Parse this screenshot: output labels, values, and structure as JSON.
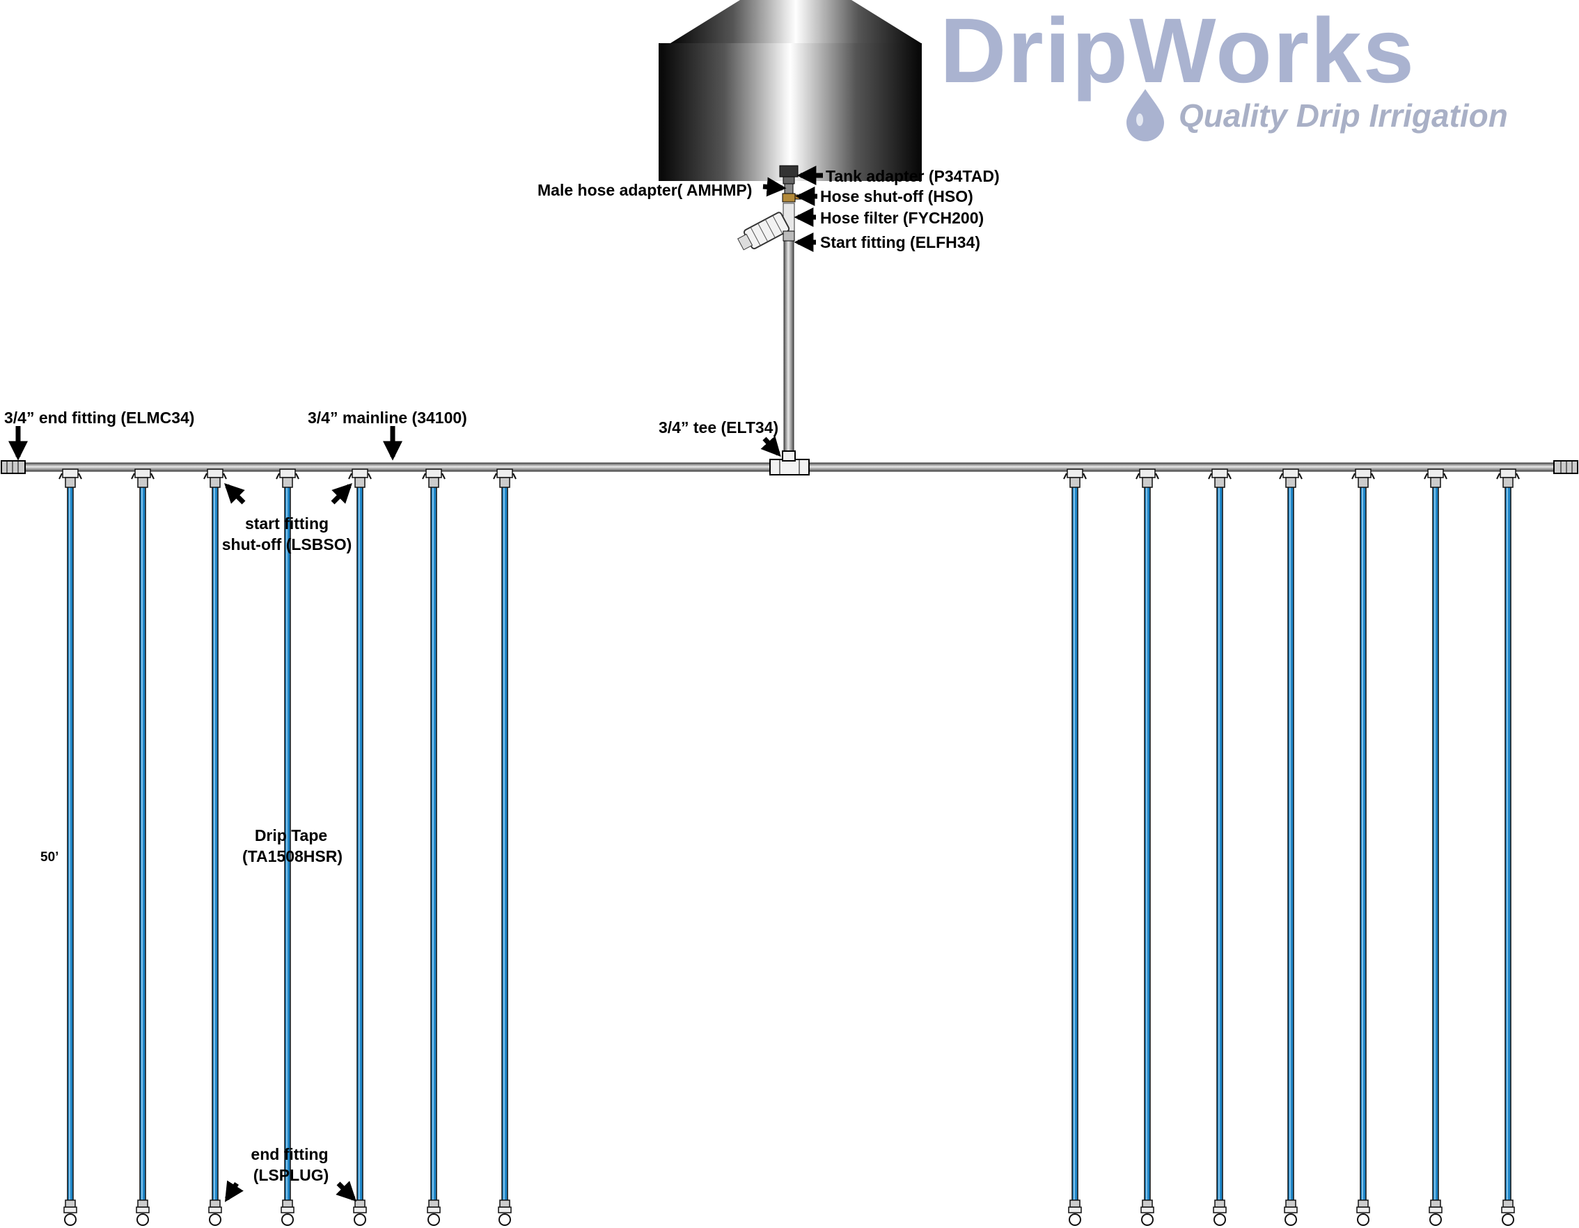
{
  "logo": {
    "brand": "DripWorks",
    "tagline": "Quality Drip Irrigation"
  },
  "labels": {
    "tank_adapter": "Tank adapter (P34TAD)",
    "male_hose_adapter": "Male hose adapter( AMHMP)",
    "hose_shutoff": "Hose shut-off (HSO)",
    "hose_filter": "Hose filter (FYCH200)",
    "start_fitting": "Start fitting (ELFH34)",
    "end_fitting_main": "3/4” end fitting (ELMC34)",
    "mainline": "3/4” mainline (34100)",
    "tee": "3/4” tee (ELT34)",
    "lsbso_line1": "start fitting",
    "lsbso_line2": "shut-off (LSBSO)",
    "length": "50’",
    "drip_tape_line1": "Drip Tape",
    "drip_tape_line2": "(TA1508HSR)",
    "lsplug_line1": "end fitting",
    "lsplug_line2": "(LSPLUG)"
  },
  "colors": {
    "drip_tape": "#1f86c8",
    "pipe": "#9a9a9a",
    "logo": "#aab3d0"
  }
}
